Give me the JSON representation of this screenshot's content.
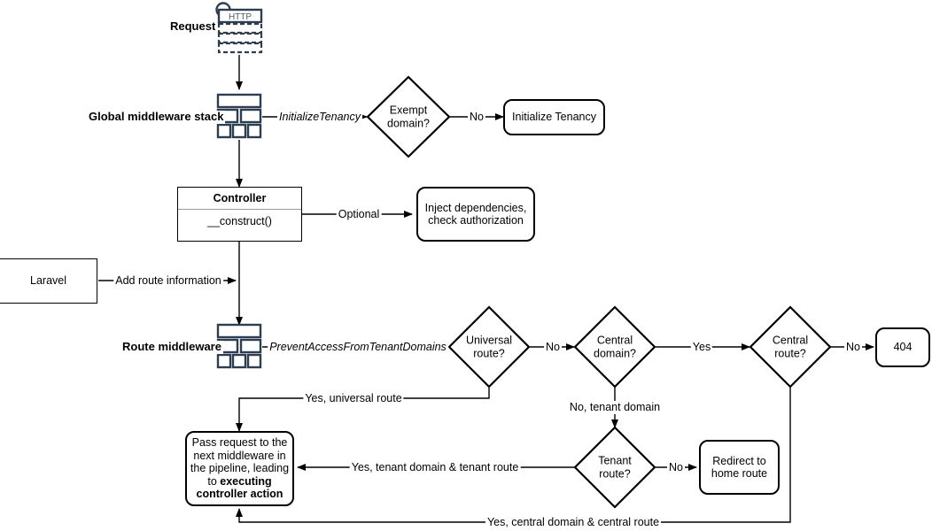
{
  "diagram": {
    "title": "Laravel multi-tenancy request lifecycle flowchart",
    "accent_dark": "#2c3e50",
    "line_color": "#000000"
  },
  "labels": {
    "request": "Request",
    "global_middleware_stack": "Global middleware stack",
    "route_middleware": "Route middleware",
    "http_badge": "HTTP"
  },
  "nodes": {
    "initialize_tenancy": "Initialize Tenancy",
    "inject_dependencies": "Inject dependencies,\ncheck authorization",
    "inject_dependencies_line1": "Inject dependencies,",
    "inject_dependencies_line2": "check authorization",
    "laravel": "Laravel",
    "not_found": "404",
    "redirect_home_line1": "Redirect to",
    "redirect_home_line2": "home route",
    "pass_request_line1": "Pass request to the",
    "pass_request_line2": "next middleware in",
    "pass_request_line3": "the pipeline, leading",
    "pass_request_line4_plain": "to ",
    "pass_request_line4_bold": "executing",
    "pass_request_line5_bold": "controller action"
  },
  "controller": {
    "title": "Controller",
    "member": "__construct()"
  },
  "decisions": {
    "exempt_domain_line1": "Exempt",
    "exempt_domain_line2": "domain?",
    "universal_route_line1": "Universal",
    "universal_route_line2": "route?",
    "central_domain_line1": "Central",
    "central_domain_line2": "domain?",
    "central_route_line1": "Central",
    "central_route_line2": "route?",
    "tenant_route_line1": "Tenant",
    "tenant_route_line2": "route?"
  },
  "edges": {
    "initialize_tenancy_mw": "InitializeTenancy",
    "exempt_no": "No",
    "optional": "Optional",
    "add_route_information": "Add route information",
    "prevent_access": "PreventAccessFromTenantDomains",
    "universal_no": "No",
    "central_domain_yes": "Yes",
    "central_route_no": "No",
    "no_tenant_domain": "No, tenant domain",
    "tenant_route_no": "No",
    "yes_universal_route": "Yes, universal route",
    "yes_tenant_domain_tenant_route": "Yes, tenant domain & tenant route",
    "yes_central_domain_central_route": "Yes, central domain & central route"
  }
}
